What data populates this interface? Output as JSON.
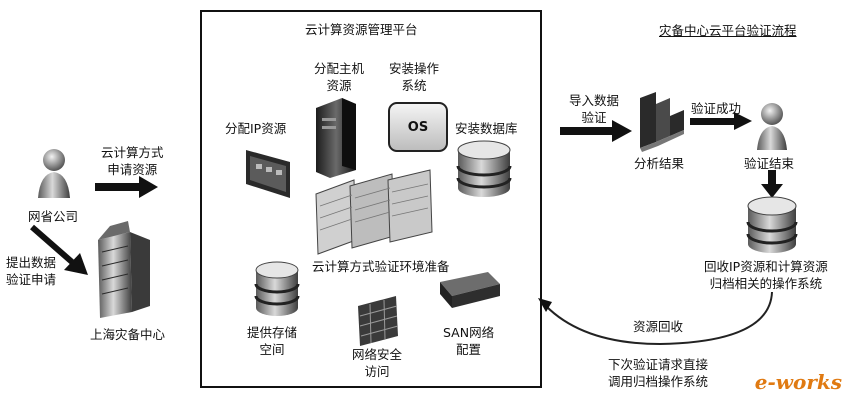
{
  "labels": {
    "platform_title": "云计算资源管理平台",
    "right_title": "灾备中心云平台验证流程",
    "alloc_host_1": "分配主机",
    "alloc_host_2": "资源",
    "install_os_1": "安装操作",
    "install_os_2": "系统",
    "os_icon": "OS",
    "alloc_ip": "分配IP资源",
    "install_db": "安装数据库",
    "apply_1": "云计算方式",
    "apply_2": "申请资源",
    "company": "网省公司",
    "submit_1": "提出数据",
    "submit_2": "验证申请",
    "shanghai": "上海灾备中心",
    "env_prep": "云计算方式验证环境准备",
    "storage_1": "提供存储",
    "storage_2": "空间",
    "net_sec_1": "网络安全",
    "net_sec_2": "访问",
    "san_1": "SAN网络",
    "san_2": "配置",
    "import_1": "导入数据",
    "import_2": "验证",
    "analysis": "分析结果",
    "verify_ok": "验证成功",
    "verify_end": "验证结束",
    "recycle_1": "回收IP资源和计算资源",
    "recycle_2": "归档相关的操作系统",
    "res_recycle": "资源回收",
    "next_1": "下次验证请求直接",
    "next_2": "调用归档操作系统",
    "brand_main": "e-works",
    "brand_sub": ""
  },
  "icons": [
    "person-icon",
    "building-icon",
    "server-tower-icon",
    "os-box-icon",
    "network-card-icon",
    "database-icon",
    "panels-icon",
    "firewall-icon",
    "san-switch-icon",
    "bar-chart-icon"
  ]
}
